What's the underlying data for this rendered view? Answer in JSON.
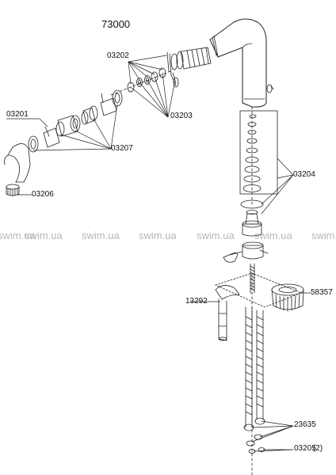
{
  "diagram": {
    "model": "73000",
    "watermark": "swim.ua",
    "parts": {
      "p03202": "03202",
      "p03203": "03203",
      "p03201": "03201",
      "p03207": "03207",
      "p03206": "03206",
      "p03204": "03204",
      "p13292": "13292",
      "p58357": "58357",
      "p23635": "23635",
      "p03205": "03205",
      "p03205_qty": "(2)"
    }
  }
}
